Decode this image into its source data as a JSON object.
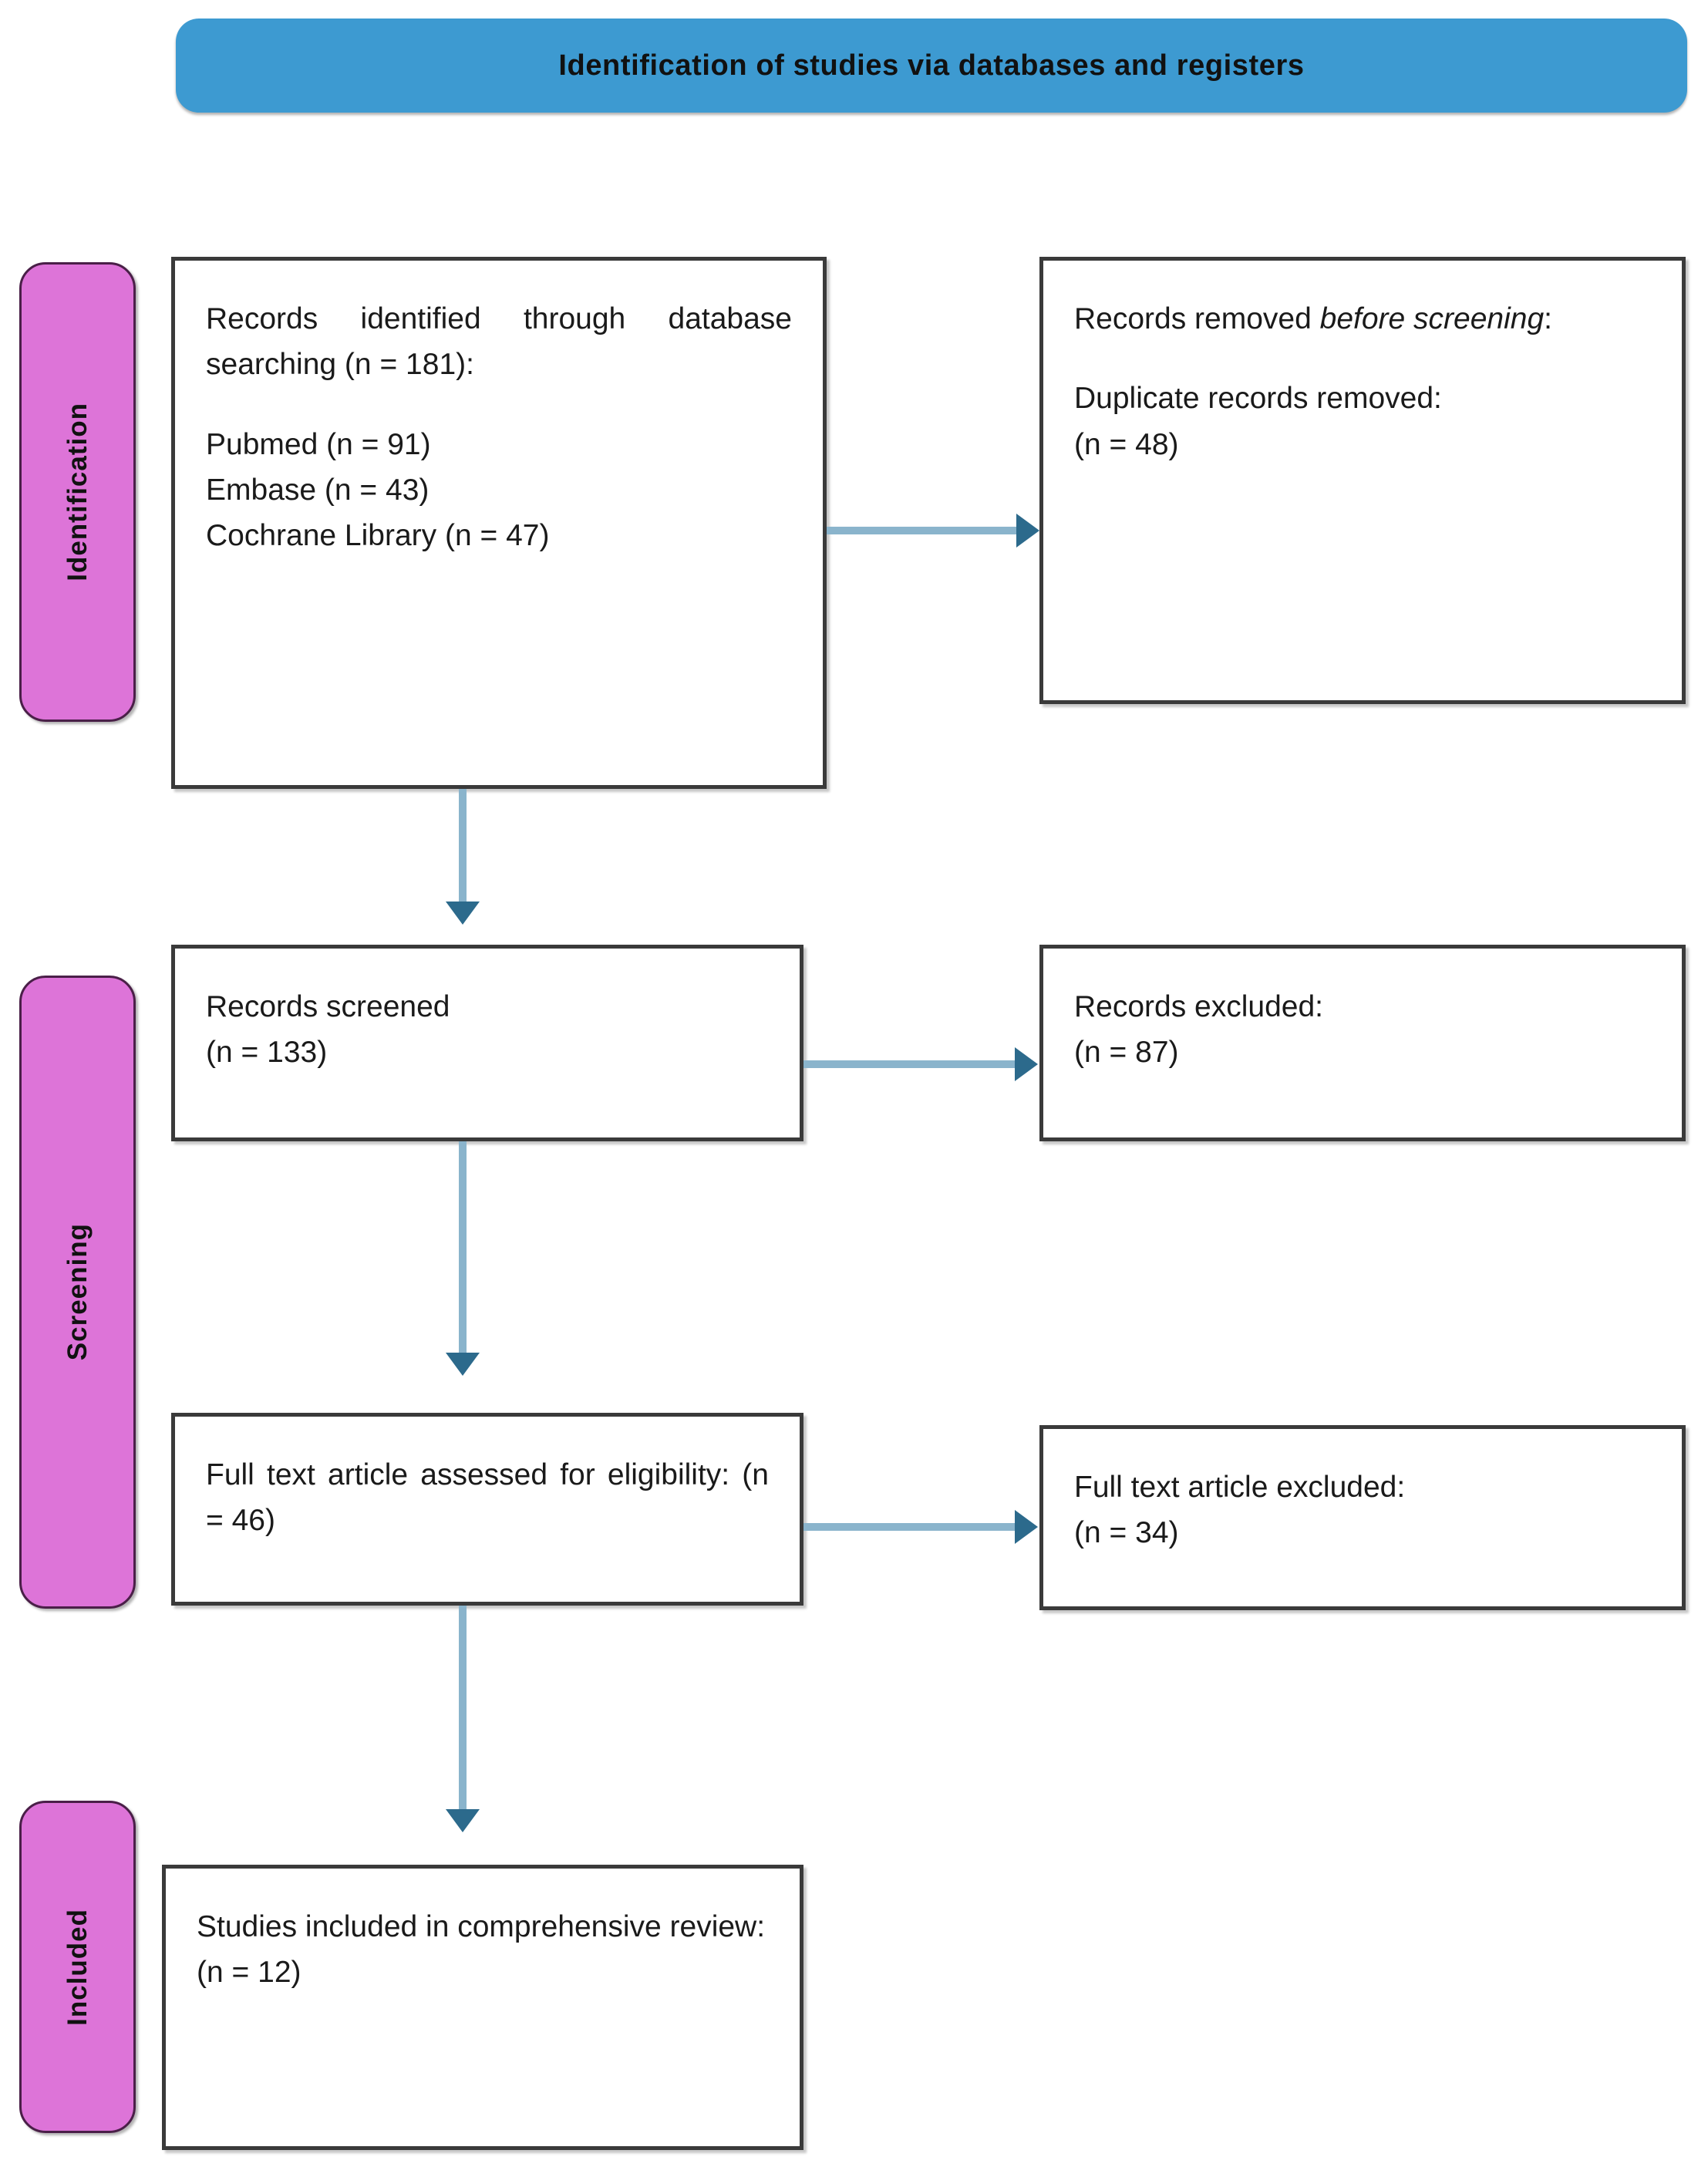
{
  "header": {
    "title": "Identification of studies via databases and registers",
    "background_color": "#3d9ad1"
  },
  "stages": [
    {
      "key": "identification",
      "label": "Identification"
    },
    {
      "key": "screening",
      "label": "Screening"
    },
    {
      "key": "included",
      "label": "Included"
    }
  ],
  "stage_color": "#dd74d8",
  "arrow_line_color": "#8ab4cc",
  "arrow_head_color": "#2c6a8c",
  "boxes": {
    "identified": {
      "line1": "Records identified through database searching (n = 181):",
      "source1": "Pubmed (n = 91)",
      "source2": "Embase (n = 43)",
      "source3": "Cochrane Library (n = 47)"
    },
    "removed_before_screening": {
      "line1_plain": "Records removed ",
      "line1_italic": "before screening",
      "line1_tail": ":",
      "line2": "Duplicate records removed:",
      "line3": "(n = 48)"
    },
    "records_screened": {
      "line1": "Records screened",
      "line2": "(n = 133)"
    },
    "records_excluded": {
      "line1": "Records excluded:",
      "line2": "(n = 87)"
    },
    "fulltext_assessed": {
      "line1": "Full text article assessed for eligibility: (n = 46)"
    },
    "fulltext_excluded": {
      "line1": "Full text article excluded:",
      "line2": "(n = 34)"
    },
    "studies_included": {
      "line1": "Studies included in comprehensive review:",
      "line2": "(n = 12)"
    }
  }
}
